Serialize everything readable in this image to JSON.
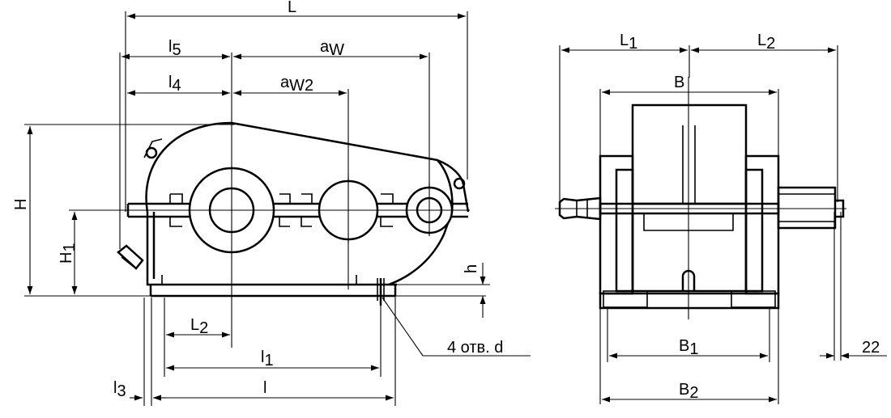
{
  "drawing": {
    "colors": {
      "line": "#000000",
      "background": "#ffffff"
    },
    "side_view": {
      "dims": {
        "L": {
          "main": "L",
          "sub": ""
        },
        "l5": {
          "main": "l",
          "sub": "5"
        },
        "aw": {
          "main": "a",
          "sub": "W"
        },
        "l4": {
          "main": "l",
          "sub": "4"
        },
        "aw2": {
          "main": "a",
          "sub": "W2"
        },
        "H": {
          "main": "H",
          "sub": ""
        },
        "H1": {
          "main": "H",
          "sub": "1"
        },
        "h": {
          "main": "h",
          "sub": ""
        },
        "L2": {
          "main": "L",
          "sub": "2"
        },
        "l1": {
          "main": "l",
          "sub": "1"
        },
        "l3": {
          "main": "l",
          "sub": "3"
        },
        "l": {
          "main": "l",
          "sub": ""
        }
      },
      "holes_label": "4 отв. d"
    },
    "front_view": {
      "dims": {
        "L1": {
          "main": "L",
          "sub": "1"
        },
        "L2": {
          "main": "L",
          "sub": "2"
        },
        "B": {
          "main": "B",
          "sub": ""
        },
        "B1": {
          "main": "B",
          "sub": "1"
        },
        "B2": {
          "main": "B",
          "sub": "2"
        },
        "shaft_len": {
          "main": "22",
          "sub": ""
        }
      }
    }
  }
}
